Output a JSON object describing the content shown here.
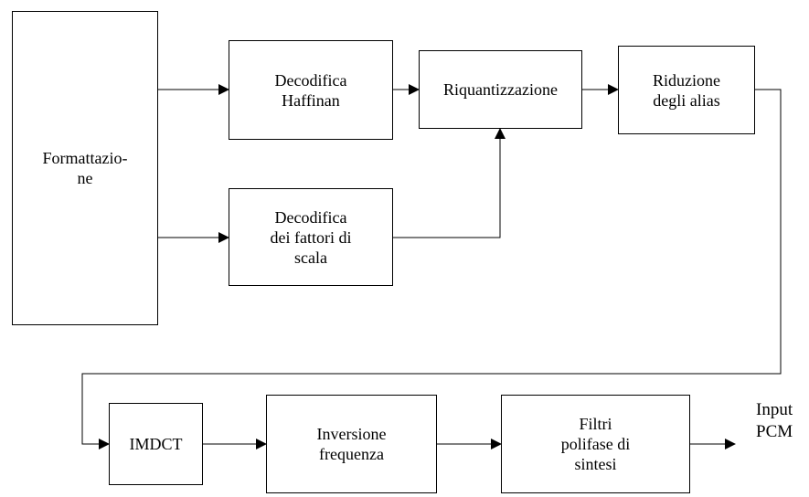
{
  "blocks": {
    "formattazione": "Formattazio-\nne",
    "decodifica_haffinan": "Decodifica\nHaffinan",
    "riquantizzazione": "Riquantizzazione",
    "riduzione_alias": "Riduzione\ndegli alias",
    "decodifica_fattori": "Decodifica\ndei fattori di\nscala",
    "imdct": "IMDCT",
    "inversione_frequenza": "Inversione\nfrequenza",
    "filtri_polifase": "Filtri\npolifase di\nsintesi"
  },
  "output_label": "Input\nPCM"
}
